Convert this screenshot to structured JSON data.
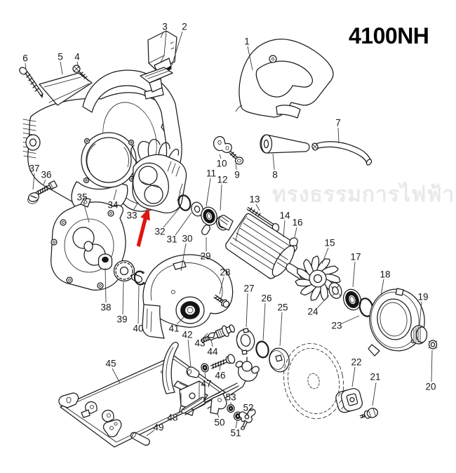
{
  "title": "4100NH",
  "watermark": "ทรงธรรมการไฟฟ้า",
  "colors": {
    "arrow_red": "#dd1712",
    "line_art": "#1b1b1b",
    "label_text": "#161616",
    "watermark_gray": "#e9e9e9",
    "background": "#ffffff"
  },
  "diagram": {
    "kind": "exploded-parts-view",
    "highlighted_part": "33",
    "parts": [
      {
        "n": "1",
        "label": [
          352,
          59
        ],
        "leader": [
          353,
          66,
          360,
          100
        ]
      },
      {
        "n": "2",
        "label": [
          263,
          38
        ],
        "leader": [
          260,
          45,
          245,
          93
        ]
      },
      {
        "n": "3",
        "label": [
          235,
          38
        ],
        "leader": [
          233,
          45,
          229,
          54
        ]
      },
      {
        "n": "4",
        "label": [
          110,
          81
        ],
        "leader": [
          110,
          88,
          112,
          97
        ]
      },
      {
        "n": "5",
        "label": [
          86,
          81
        ],
        "leader": [
          86,
          88,
          89,
          106
        ]
      },
      {
        "n": "6",
        "label": [
          36,
          83
        ],
        "leader": [
          36,
          90,
          37,
          99
        ]
      },
      {
        "n": "7",
        "label": [
          482,
          175
        ],
        "leader": [
          482,
          182,
          483,
          204
        ]
      },
      {
        "n": "8",
        "label": [
          392,
          249
        ],
        "leader": [
          391,
          242,
          389,
          219
        ]
      },
      {
        "n": "9",
        "label": [
          338,
          249
        ],
        "leader": [
          337,
          242,
          336,
          233
        ]
      },
      {
        "n": "10",
        "label": [
          316,
          233
        ],
        "leader": [
          315,
          226,
          313,
          220
        ]
      },
      {
        "n": "11",
        "label": [
          301,
          247
        ],
        "leader": [
          300,
          254,
          294,
          294
        ]
      },
      {
        "n": "12",
        "label": [
          317,
          256
        ],
        "leader": [
          316,
          263,
          314,
          300
        ]
      },
      {
        "n": "13",
        "label": [
          363,
          284
        ],
        "leader": [
          365,
          291,
          370,
          300
        ]
      },
      {
        "n": "14",
        "label": [
          406,
          307
        ],
        "leader": [
          406,
          314,
          404,
          338
        ]
      },
      {
        "n": "15",
        "label": [
          470,
          346
        ],
        "leader": [
          468,
          353,
          459,
          376
        ]
      },
      {
        "n": "16",
        "label": [
          424,
          317
        ],
        "leader": [
          423,
          324,
          420,
          338
        ]
      },
      {
        "n": "17",
        "label": [
          507,
          366
        ],
        "leader": [
          506,
          373,
          503,
          409
        ]
      },
      {
        "n": "18",
        "label": [
          549,
          391
        ],
        "leader": [
          547,
          398,
          543,
          421
        ]
      },
      {
        "n": "19",
        "label": [
          603,
          423
        ],
        "leader": [
          601,
          430,
          598,
          464
        ]
      },
      {
        "n": "20",
        "label": [
          614,
          551
        ],
        "leader": [
          615,
          544,
          616,
          499
        ]
      },
      {
        "n": "21",
        "label": [
          535,
          537
        ],
        "leader": [
          536,
          545,
          531,
          578
        ]
      },
      {
        "n": "22",
        "label": [
          508,
          516
        ],
        "leader": [
          506,
          523,
          502,
          551
        ]
      },
      {
        "n": "23",
        "label": [
          480,
          464
        ],
        "leader": [
          487,
          461,
          512,
          450
        ]
      },
      {
        "n": "24",
        "label": [
          446,
          444
        ],
        "leader": [
          452,
          439,
          469,
          421
        ]
      },
      {
        "n": "25",
        "label": [
          403,
          438
        ],
        "leader": [
          402,
          445,
          399,
          493
        ]
      },
      {
        "n": "26",
        "label": [
          380,
          425
        ],
        "leader": [
          378,
          432,
          375,
          485
        ]
      },
      {
        "n": "27",
        "label": [
          355,
          411
        ],
        "leader": [
          353,
          418,
          351,
          466
        ]
      },
      {
        "n": "28",
        "label": [
          321,
          388
        ],
        "leader": [
          319,
          395,
          313,
          419
        ]
      },
      {
        "n": "29",
        "label": [
          293,
          365
        ],
        "leader": [
          294,
          358,
          294,
          338
        ]
      },
      {
        "n": "30",
        "label": [
          267,
          340
        ],
        "leader": [
          265,
          347,
          258,
          386
        ]
      },
      {
        "n": "31",
        "label": [
          245,
          341
        ],
        "leader": [
          250,
          335,
          273,
          303
        ]
      },
      {
        "n": "32",
        "label": [
          228,
          330
        ],
        "leader": [
          233,
          324,
          256,
          296
        ]
      },
      {
        "n": "33",
        "label": [
          188,
          307
        ],
        "leader": [
          190,
          300,
          197,
          288
        ]
      },
      {
        "n": "34",
        "label": [
          161,
          292
        ],
        "leader": [
          162,
          285,
          166,
          270
        ]
      },
      {
        "n": "35",
        "label": [
          117,
          281
        ],
        "leader": [
          119,
          288,
          127,
          317
        ]
      },
      {
        "n": "36",
        "label": [
          66,
          249
        ],
        "leader": [
          65,
          256,
          62,
          263
        ]
      },
      {
        "n": "37",
        "label": [
          49,
          240
        ],
        "leader": [
          49,
          247,
          47,
          270
        ]
      },
      {
        "n": "38",
        "label": [
          151,
          438
        ],
        "leader": [
          151,
          431,
          150,
          382
        ]
      },
      {
        "n": "39",
        "label": [
          174,
          455
        ],
        "leader": [
          175,
          448,
          176,
          402
        ]
      },
      {
        "n": "40",
        "label": [
          197,
          468
        ],
        "leader": [
          197,
          461,
          198,
          407
        ]
      },
      {
        "n": "41",
        "label": [
          248,
          468
        ],
        "leader": [
          252,
          462,
          262,
          452
        ]
      },
      {
        "n": "42",
        "label": [
          267,
          477
        ],
        "leader": [
          268,
          484,
          272,
          523
        ]
      },
      {
        "n": "43",
        "label": [
          285,
          489
        ],
        "leader": [
          288,
          483,
          296,
          475
        ]
      },
      {
        "n": "44",
        "label": [
          303,
          501
        ],
        "leader": [
          303,
          494,
          301,
          484
        ]
      },
      {
        "n": "45",
        "label": [
          158,
          518
        ],
        "leader": [
          160,
          525,
          171,
          546
        ]
      },
      {
        "n": "46",
        "label": [
          314,
          535
        ],
        "leader": [
          313,
          528,
          314,
          520
        ]
      },
      {
        "n": "47",
        "label": [
          294,
          547
        ],
        "leader": [
          293,
          540,
          292,
          531
        ]
      },
      {
        "n": "48",
        "label": [
          246,
          595
        ],
        "leader": [
          252,
          591,
          262,
          583
        ]
      },
      {
        "n": "49",
        "label": [
          226,
          609
        ],
        "leader": [
          220,
          613,
          209,
          621
        ]
      },
      {
        "n": "50",
        "label": [
          313,
          602
        ],
        "leader": [
          312,
          595,
          310,
          589
        ]
      },
      {
        "n": "51",
        "label": [
          336,
          617
        ],
        "leader": [
          336,
          610,
          338,
          600
        ]
      },
      {
        "n": "52",
        "label": [
          354,
          581
        ],
        "leader": [
          354,
          588,
          352,
          592
        ]
      },
      {
        "n": "53",
        "label": [
          329,
          566
        ],
        "leader": [
          329,
          573,
          329,
          577
        ]
      }
    ]
  }
}
